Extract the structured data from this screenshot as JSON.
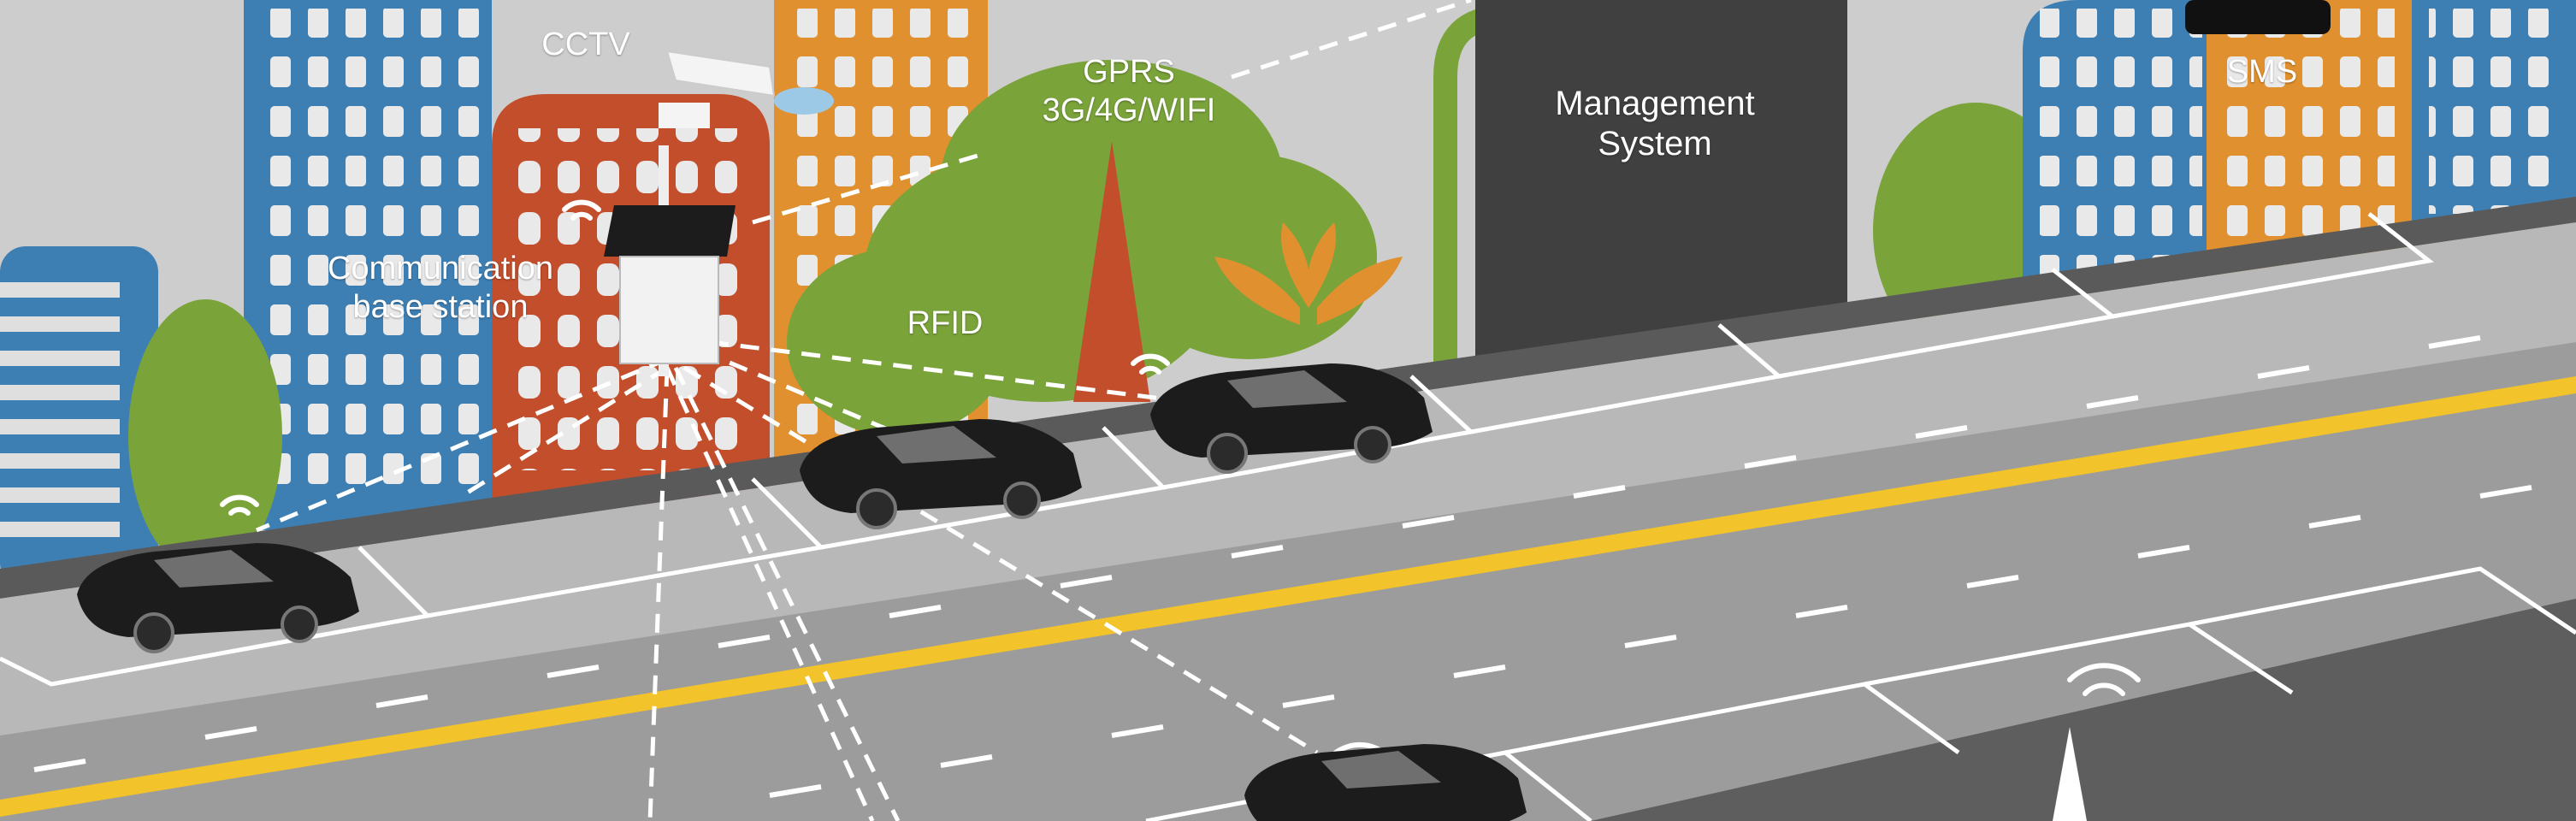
{
  "labels": {
    "cctv": "CCTV",
    "communication_base_station": "Communication\nbase station",
    "gprs": "GPRS\n3G/4G/WIFI",
    "rfid": "RFID",
    "management_system": "Management\nSystem",
    "sms": "SMS"
  },
  "colors": {
    "sky": "#cdcdcd",
    "building_blue": "#3e7fb3",
    "building_red": "#c24e2c",
    "building_orange": "#e0902e",
    "tree_green": "#7aa33a",
    "management_dark": "#404040",
    "road": "#9c9c9c",
    "sidewalk": "#b8b8b8",
    "center_line": "#f2c32a",
    "car": "#1c1c1c"
  },
  "icons": [
    "cctv-camera-icon",
    "solar-panel-icon",
    "radio-tower-icon",
    "wifi-icon",
    "phone-icon",
    "car-icon"
  ]
}
